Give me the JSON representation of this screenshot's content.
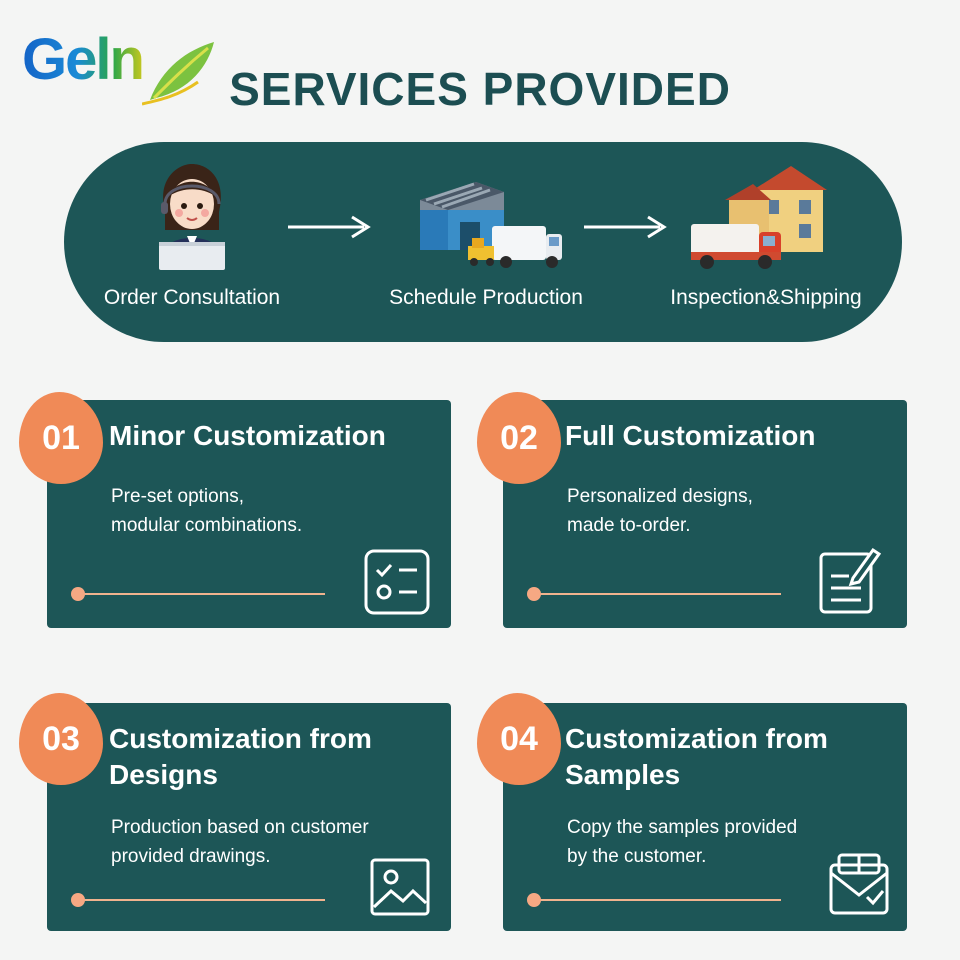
{
  "brand": {
    "logo_text": "Geln"
  },
  "title": "SERVICES PROVIDED",
  "process": [
    {
      "label": "Order Consultation",
      "icon": "consultant-icon"
    },
    {
      "label": "Schedule Production",
      "icon": "factory-truck-icon"
    },
    {
      "label": "Inspection&Shipping",
      "icon": "delivery-house-icon"
    }
  ],
  "services": [
    {
      "number": "01",
      "title": "Minor Customization",
      "description": "Pre-set options,\nmodular combinations.",
      "icon": "checklist-icon"
    },
    {
      "number": "02",
      "title": "Full Customization",
      "description": "Personalized designs,\nmade to-order.",
      "icon": "document-edit-icon"
    },
    {
      "number": "03",
      "title": "Customization from\nDesigns",
      "description": "Production based on customer\nprovided drawings.",
      "icon": "image-icon"
    },
    {
      "number": "04",
      "title": "Customization from\nSamples",
      "description": "Copy the samples provided\nby the customer.",
      "icon": "package-icon"
    }
  ],
  "colors": {
    "panel": "#1d5657",
    "title": "#1c4e52",
    "badge": "#f08a57",
    "background": "#f4f5f4"
  }
}
